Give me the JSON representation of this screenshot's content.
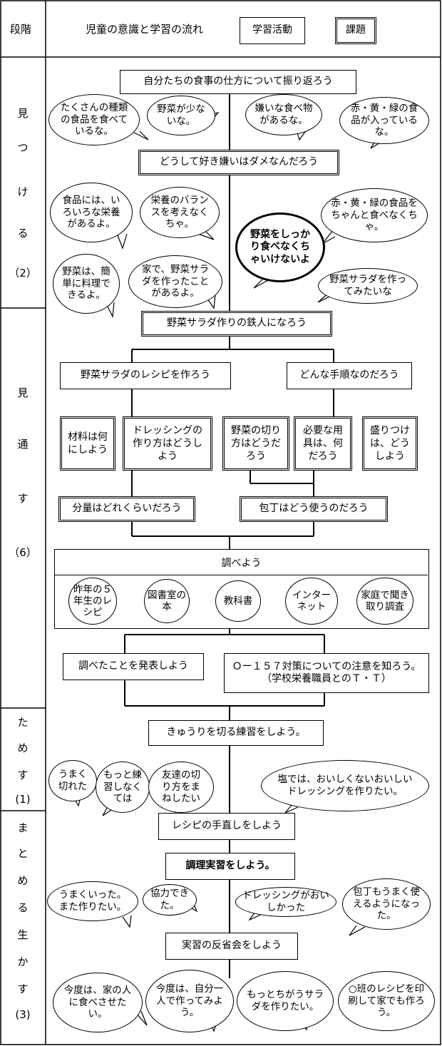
{
  "header": {
    "stage_label": "段階",
    "flow_label": "児童の意識と学習の流れ",
    "activity_label": "学習活動",
    "task_label": "課題"
  },
  "stages": [
    {
      "chars": [
        "見",
        "つ",
        "け",
        "る"
      ],
      "count": "（2）"
    },
    {
      "chars": [
        "見",
        "通",
        "す"
      ],
      "count": "（6）"
    },
    {
      "chars": [
        "た",
        "め",
        "す"
      ],
      "count": "(1)"
    },
    {
      "chars": [
        "ま",
        "と",
        "め",
        "る",
        "生",
        "か",
        "す"
      ],
      "count": "(3)"
    }
  ],
  "steps": {
    "s1": "自分たちの食事の仕方について振り返ろう",
    "s2": "どうして好き嫌いはダメなんだろう",
    "s3": "野菜サラダ作りの鉄人になろう",
    "s4a": "野菜サラダのレシピを作ろう",
    "s4b": "どんな手順なのだろう",
    "s5a": "分量はどれくらいだろう",
    "s5b": "包丁はどう使うのだろう",
    "s6": "調べよう",
    "s7a": "調べたことを発表しよう",
    "s7b": "Ｏー１５７対策についての注意を知ろう。（学校栄養職員とのＴ・Ｔ）",
    "s8": "きゅうりを切る練習をしよう。",
    "s9": "レシピの手直しをしよう",
    "s10": "調理実習をしよう。",
    "s11": "実習の反省会をしよう"
  },
  "subtopics": [
    "材料は何にしよう",
    "ドレッシングの作り方はどうしよう",
    "野菜の切り方はどうだろう",
    "必要な用具は、何だろう",
    "盛りつけは、どうしよう"
  ],
  "sources": [
    "昨年の５年生のレシピ",
    "図書室の本",
    "教科書",
    "インターネット",
    "家庭で聞き取り調査"
  ],
  "bubbles": {
    "b1": "たくさんの種類の食品を食べているな。",
    "b2": "野菜が少ないな。",
    "b3": "嫌いな食べ物があるな。",
    "b4": "赤・黄・緑の食品が入っているな。",
    "b5": "食品には、いろいろな栄養があるよ。",
    "b6": "栄養のバランスを考えなくちゃ。",
    "b7": "赤・黄・緑の食品をちゃんと食べなくちゃ。",
    "b8": "野菜をしっかり食べなくちゃいけないよ",
    "b9": "野菜は、簡単に料理できるよ。",
    "b10": "家で、野菜サラダを作ったことがあるよ。",
    "b11": "野菜サラダを作ってみたいな",
    "b12": "うまく切れた",
    "b13": "もっと練習しなくては",
    "b14": "友達の切り方をまねしたい",
    "b15": "塩では、おいしくないおいしいドレッシングを作りたい。",
    "b16": "うまくいった。また作りたい。",
    "b17": "協力できた。",
    "b18": "ドレッシングがおいしかった",
    "b19": "包丁もうまく使えるようになった。",
    "b20": "今度は、家の人に食べさせたい。",
    "b21": "今度は、自分一人で作ってみよう。",
    "b22": "もっとちがうサラダを作りたい。",
    "b23": "○班のレシピを印刷して家でも作ろう。"
  }
}
